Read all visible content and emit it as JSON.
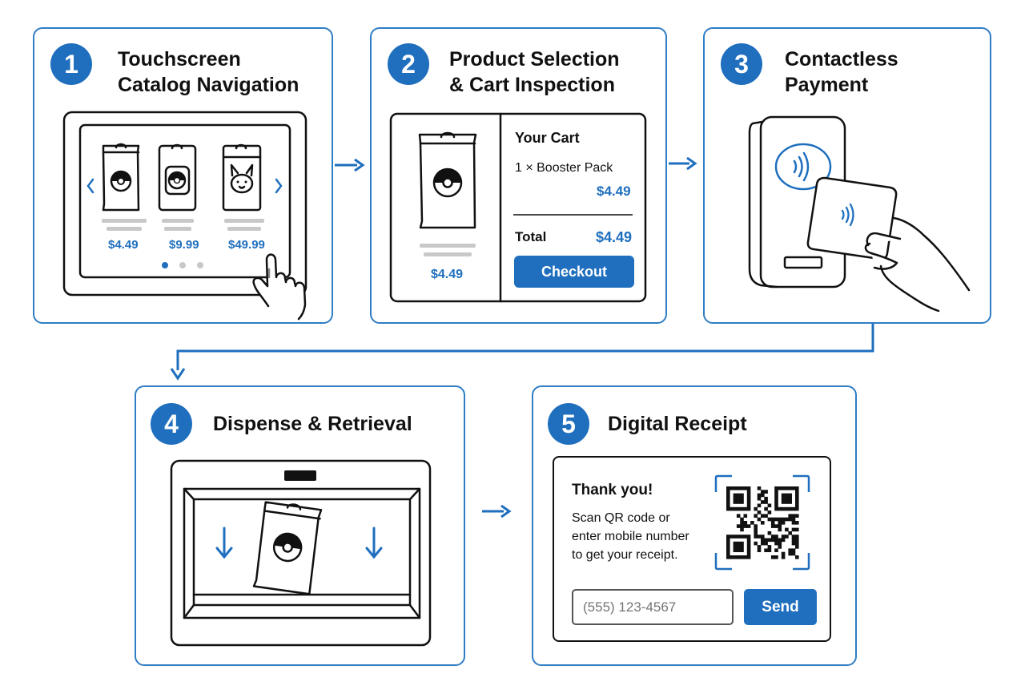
{
  "colors": {
    "accent": "#1f6fbe",
    "border": "#2f7dc4",
    "ink": "#111111"
  },
  "steps": [
    {
      "number": "1",
      "title_line1": "Touchscreen",
      "title_line2": "Catalog Navigation"
    },
    {
      "number": "2",
      "title_line1": "Product Selection",
      "title_line2": "& Cart Inspection"
    },
    {
      "number": "3",
      "title_line1": "Contactless",
      "title_line2": "Payment"
    },
    {
      "number": "4",
      "title_line1": "Dispense & Retrieval",
      "title_line2": ""
    },
    {
      "number": "5",
      "title_line1": "Digital Receipt",
      "title_line2": ""
    }
  ],
  "catalog": {
    "prices": [
      "$4.49",
      "$9.99",
      "$49.99"
    ],
    "icons": [
      "booster-pack-icon",
      "card-box-icon",
      "pikachu-pack-icon",
      "chevron-left-icon",
      "chevron-right-icon",
      "tapping-hand-icon"
    ]
  },
  "cart": {
    "product_price": "$4.49",
    "heading": "Your Cart",
    "item_line": "1 × Booster Pack",
    "item_price": "$4.49",
    "total_label": "Total",
    "total_value": "$4.49",
    "checkout_label": "Checkout"
  },
  "payment": {
    "icons": [
      "nfc-terminal-icon",
      "contactless-card-icon",
      "hand-icon"
    ]
  },
  "dispense": {
    "icons": [
      "dispense-tray-icon",
      "down-arrow-icon",
      "booster-pack-icon"
    ]
  },
  "receipt": {
    "heading": "Thank you!",
    "line1": "Scan QR code or",
    "line2": "enter mobile number",
    "line3": "to get your receipt.",
    "phone_placeholder": "(555) 123-4567",
    "send_label": "Send",
    "icons": [
      "qr-code-icon"
    ]
  }
}
